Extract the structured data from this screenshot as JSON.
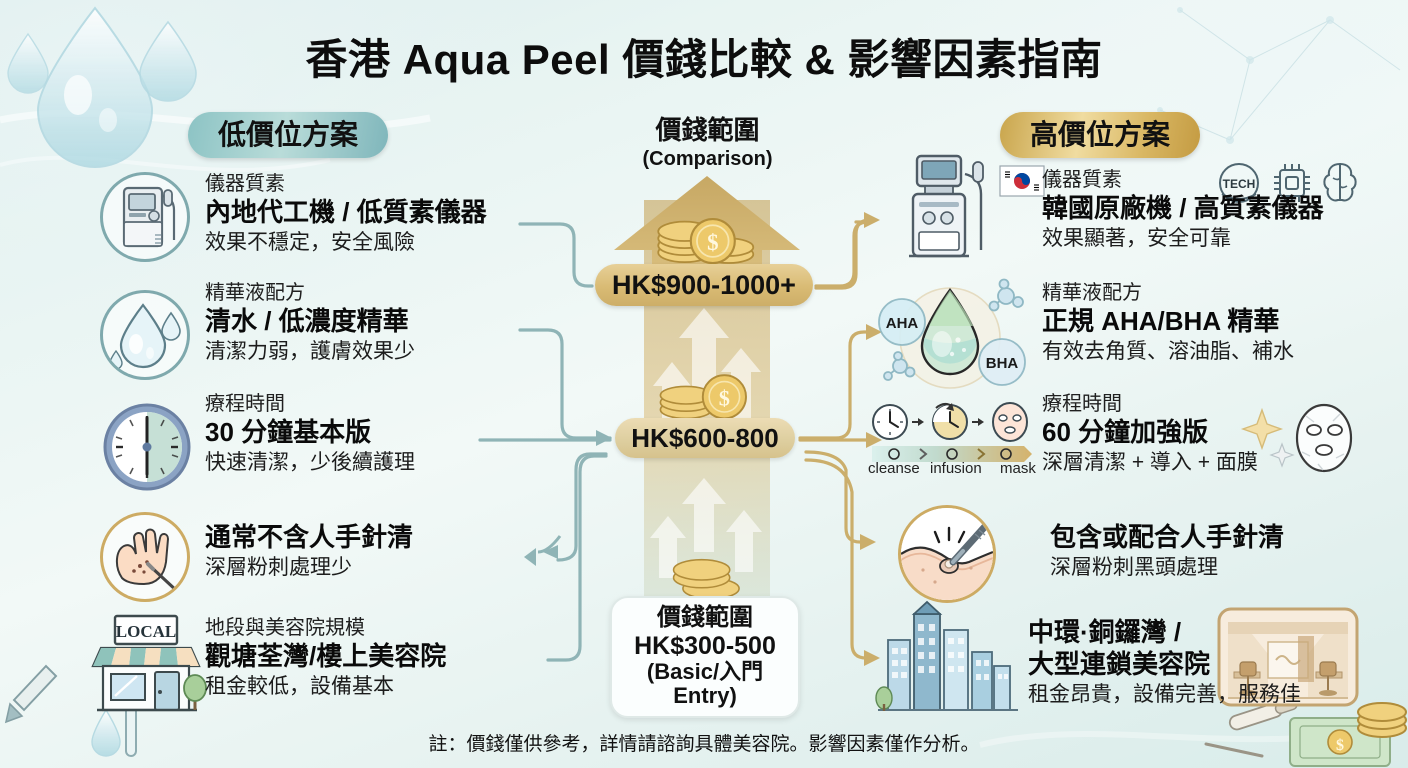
{
  "title": "香港 Aqua Peel 價錢比較 & 影響因素指南",
  "badges": {
    "left": "低價位方案",
    "right": "高價位方案"
  },
  "center": {
    "heading_cn": "價錢範圍",
    "heading_en": "(Comparison)",
    "price_high": "HK$900-1000+",
    "price_mid": "HK$600-800",
    "basic": {
      "line1": "價錢範圍",
      "line2": "HK$300-500",
      "line3": "(Basic/入門",
      "line4": "Entry)"
    }
  },
  "left_items": [
    {
      "caption": "儀器質素",
      "main": "內地代工機 / 低質素儀器",
      "sub": "效果不穩定，安全風險",
      "icon": "machine-icon"
    },
    {
      "caption": "精華液配方",
      "main": "清水 / 低濃度精華",
      "sub": "清潔力弱，護膚效果少",
      "icon": "water-drop-icon"
    },
    {
      "caption": "療程時間",
      "main": "30 分鐘基本版",
      "sub": "快速清潔，少後續護理",
      "icon": "clock-icon"
    },
    {
      "caption": "",
      "main": "通常不含人手針清",
      "sub": "深層粉刺處理少",
      "icon": "hand-extraction-icon"
    },
    {
      "caption": "地段與美容院規模",
      "main": "觀塘荃灣/樓上美容院",
      "sub": "租金較低，設備基本",
      "icon": "local-shop-icon"
    }
  ],
  "right_items": [
    {
      "caption": "儀器質素",
      "main": "韓國原廠機 / 高質素儀器",
      "sub": "效果顯著，安全可靠",
      "icon": "premium-machine-icon"
    },
    {
      "caption": "精華液配方",
      "main": "正規 AHA/BHA 精華",
      "sub": "有效去角質、溶油脂、補水",
      "icon": "aha-bha-drop-icon"
    },
    {
      "caption": "療程時間",
      "main": "60 分鐘加強版",
      "sub": "深層清潔 + 導入 + 面膜",
      "icon": "three-step-timeline-icon"
    },
    {
      "caption": "",
      "main": "包含或配合人手針清",
      "sub": "深層粉刺黑頭處理",
      "icon": "needle-extraction-icon"
    },
    {
      "caption": "",
      "main": "中環·銅鑼灣 /",
      "main2": "大型連鎖美容院",
      "sub": "租金昂貴，設備完善，服務佳",
      "icon": "city-skyline-icon"
    }
  ],
  "timeline_labels": [
    "cleanse",
    "infusion",
    "mask"
  ],
  "molecule_labels": [
    "AHA",
    "BHA"
  ],
  "tech_badges": [
    "TECH",
    "chip-icon",
    "brain-icon"
  ],
  "shop_sign": "LOCAL",
  "footnote": "註：價錢僅供參考，詳情請諮詢具體美容院。影響因素僅作分析。",
  "colors": {
    "teal": "#7fa9ad",
    "gold": "#cdab63",
    "badge_left": "#8cc3c4",
    "badge_right": "#d9b763",
    "bg": "#e8f4f2"
  }
}
